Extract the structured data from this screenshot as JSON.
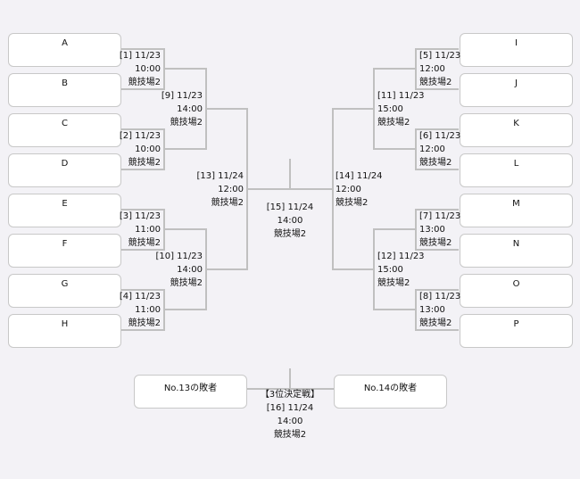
{
  "teams_left": [
    "A",
    "B",
    "C",
    "D",
    "E",
    "F",
    "G",
    "H"
  ],
  "teams_right": [
    "I",
    "J",
    "K",
    "L",
    "M",
    "N",
    "O",
    "P"
  ],
  "matches": {
    "m1": {
      "id": "[1]",
      "date": "11/23",
      "time": "10:00",
      "venue": "競技場2"
    },
    "m2": {
      "id": "[2]",
      "date": "11/23",
      "time": "10:00",
      "venue": "競技場2"
    },
    "m3": {
      "id": "[3]",
      "date": "11/23",
      "time": "11:00",
      "venue": "競技場2"
    },
    "m4": {
      "id": "[4]",
      "date": "11/23",
      "time": "11:00",
      "venue": "競技場2"
    },
    "m5": {
      "id": "[5]",
      "date": "11/23",
      "time": "12:00",
      "venue": "競技場2"
    },
    "m6": {
      "id": "[6]",
      "date": "11/23",
      "time": "12:00",
      "venue": "競技場2"
    },
    "m7": {
      "id": "[7]",
      "date": "11/23",
      "time": "13:00",
      "venue": "競技場2"
    },
    "m8": {
      "id": "[8]",
      "date": "11/23",
      "time": "13:00",
      "venue": "競技場2"
    },
    "m9": {
      "id": "[9]",
      "date": "11/23",
      "time": "14:00",
      "venue": "競技場2"
    },
    "m10": {
      "id": "[10]",
      "date": "11/23",
      "time": "14:00",
      "venue": "競技場2"
    },
    "m11": {
      "id": "[11]",
      "date": "11/23",
      "time": "15:00",
      "venue": "競技場2"
    },
    "m12": {
      "id": "[12]",
      "date": "11/23",
      "time": "15:00",
      "venue": "競技場2"
    },
    "m13": {
      "id": "[13]",
      "date": "11/24",
      "time": "12:00",
      "venue": "競技場2"
    },
    "m14": {
      "id": "[14]",
      "date": "11/24",
      "time": "12:00",
      "venue": "競技場2"
    },
    "m15": {
      "id": "[15]",
      "date": "11/24",
      "time": "14:00",
      "venue": "競技場2"
    },
    "m16": {
      "title": "【3位決定戦】",
      "id": "[16]",
      "date": "11/24",
      "time": "14:00",
      "venue": "競技場2"
    }
  },
  "third_place": {
    "left": "No.13の敗者",
    "right": "No.14の敗者"
  },
  "colors": {
    "line": "#c0c0c0",
    "background": "#f3f2f6"
  }
}
